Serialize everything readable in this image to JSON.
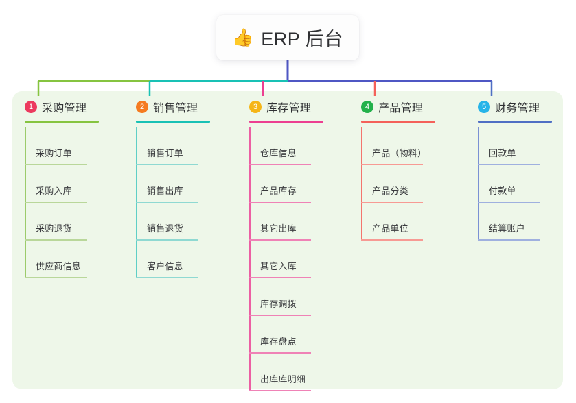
{
  "root": {
    "emoji": "👍",
    "emoji_name": "thumbs-up-icon",
    "title": "ERP 后台"
  },
  "panel": {
    "background_color": "#eef7e9"
  },
  "stem_color": "#4f57c4",
  "columns": [
    {
      "number": "1",
      "title": "采购管理",
      "badge_color": "#ec3a5e",
      "rule_color": "#86c440",
      "spine_color": "#9ccb6b",
      "leaf_rule_color": "#b9d79a",
      "connector_color": "#86c440",
      "items": [
        {
          "label": "采购订单"
        },
        {
          "label": "采购入库"
        },
        {
          "label": "采购退货"
        },
        {
          "label": "供应商信息"
        }
      ]
    },
    {
      "number": "2",
      "title": "销售管理",
      "badge_color": "#f57b20",
      "rule_color": "#19c1b5",
      "spine_color": "#5fcfc6",
      "leaf_rule_color": "#8fd9d2",
      "connector_color": "#19c1b5",
      "items": [
        {
          "label": "销售订单"
        },
        {
          "label": "销售出库"
        },
        {
          "label": "销售退货"
        },
        {
          "label": "客户信息"
        }
      ]
    },
    {
      "number": "3",
      "title": "库存管理",
      "badge_color": "#f5b517",
      "rule_color": "#ec3f91",
      "spine_color": "#ec5fa3",
      "leaf_rule_color": "#ef82b6",
      "connector_color": "#ec3f91",
      "items": [
        {
          "label": "仓库信息"
        },
        {
          "label": "产品库存"
        },
        {
          "label": "其它出库"
        },
        {
          "label": "其它入库"
        },
        {
          "label": "库存调拨"
        },
        {
          "label": "库存盘点"
        },
        {
          "label": "出库库明细"
        }
      ]
    },
    {
      "number": "4",
      "title": "产品管理",
      "badge_color": "#23b14b",
      "rule_color": "#f4615a",
      "spine_color": "#f4756e",
      "leaf_rule_color": "#f79a94",
      "connector_color": "#f4615a",
      "items": [
        {
          "label": "产品（物料）"
        },
        {
          "label": "产品分类"
        },
        {
          "label": "产品单位"
        }
      ]
    },
    {
      "number": "5",
      "title": "财务管理",
      "badge_color": "#27b4e8",
      "rule_color": "#4f6fc4",
      "spine_color": "#7b91d4",
      "leaf_rule_color": "#9fb0df",
      "connector_color": "#4f6fc4",
      "items": [
        {
          "label": "回款单"
        },
        {
          "label": "付款单"
        },
        {
          "label": "结算账户"
        }
      ]
    }
  ]
}
